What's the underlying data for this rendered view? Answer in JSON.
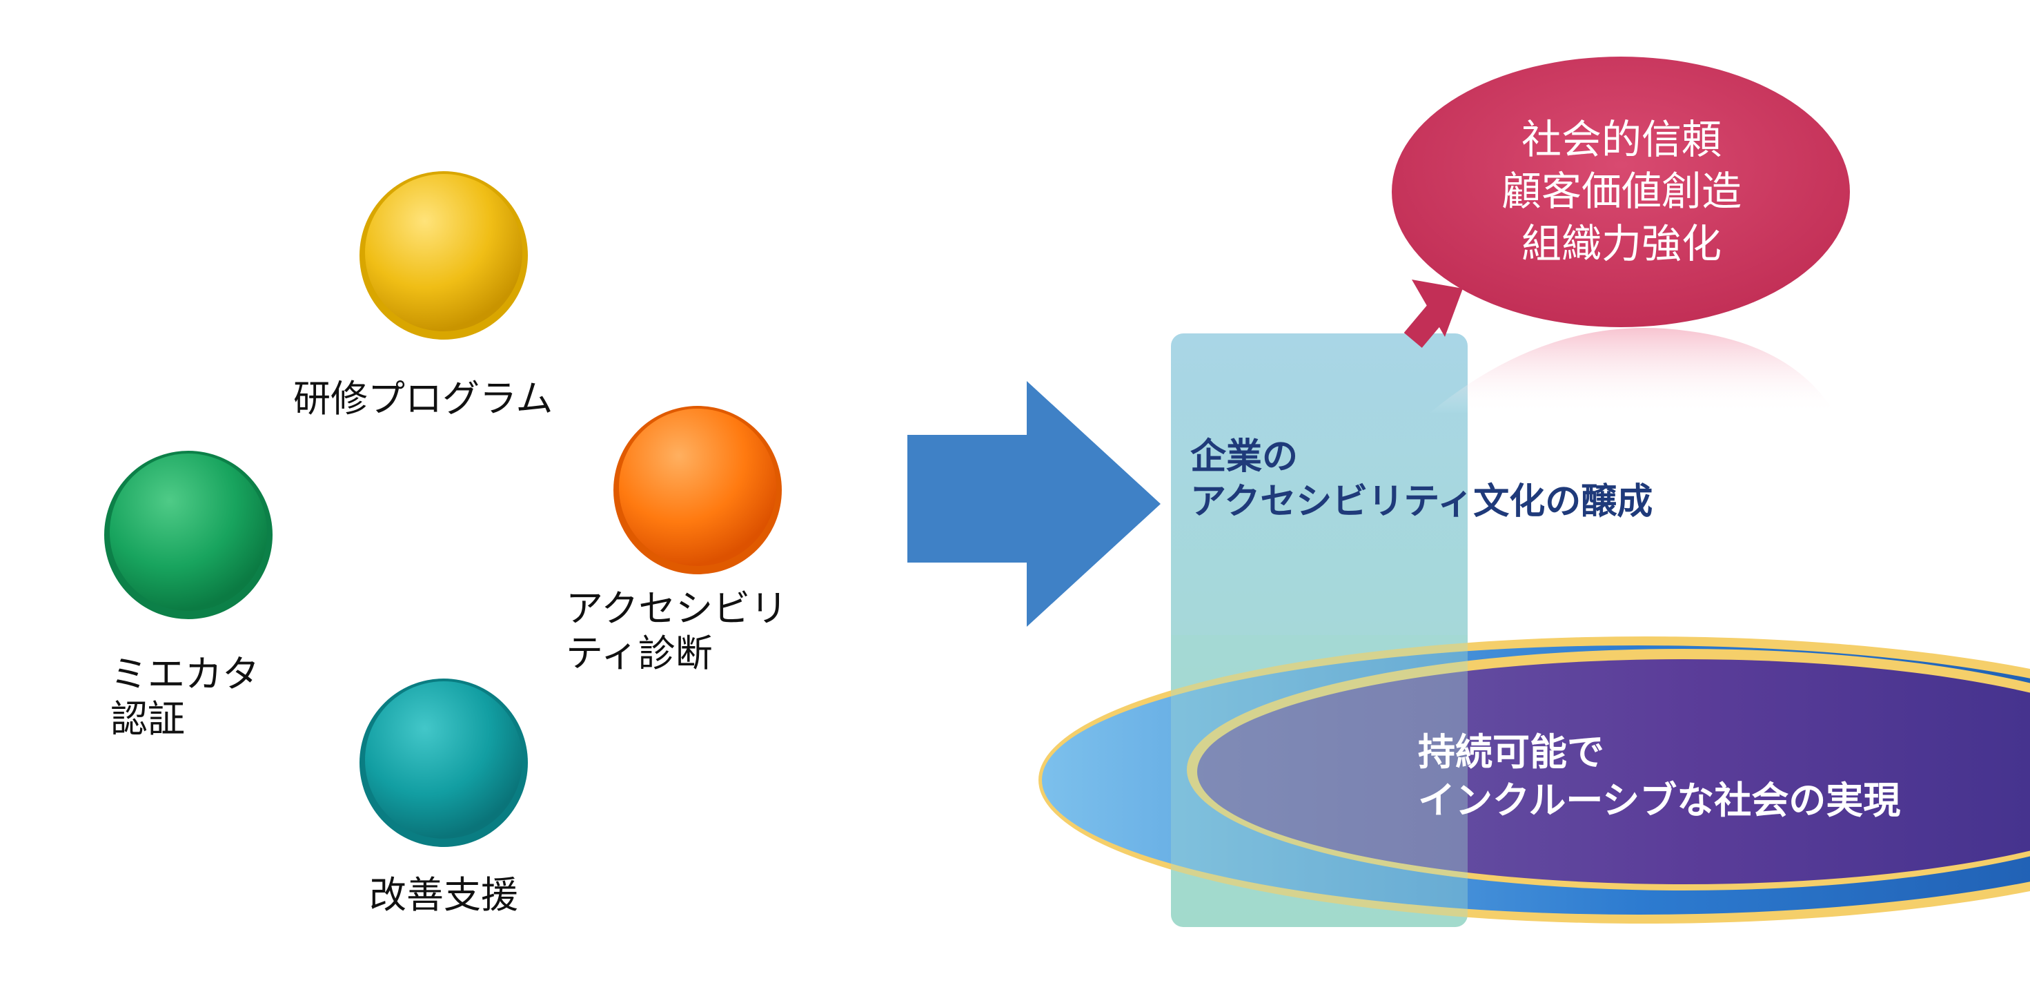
{
  "left_items": [
    {
      "id": "kenshu",
      "label": "研修プログラム",
      "color": "#f0be16"
    },
    {
      "id": "shindan",
      "label": "アクセシビリ\nティ診断",
      "color": "#ff7a10"
    },
    {
      "id": "ninsho",
      "label": "ミエカタ\n認証",
      "color": "#18a45e"
    },
    {
      "id": "kaizen",
      "label": "改善支援",
      "color": "#129ea2"
    }
  ],
  "middle": {
    "label": "企業の\nアクセシビリティ文化の醸成"
  },
  "top_result": {
    "label": "社会的信頼\n顧客価値創造\n組織力強化"
  },
  "bottom_result": {
    "label": "持続可能で\nインクルーシブな社会の実現"
  },
  "colors": {
    "arrow_blue": "#3f81c6",
    "pillar_top": "#a9d6e6",
    "pillar_bottom": "#a2dacc",
    "ellipse_top": "#cd3b61",
    "ellipse_bottom_outer": "#2d7bd0",
    "ellipse_bottom_inner": "#5b3d99",
    "ring_gold": "#f5cf6a",
    "middle_text": "#1f3a7a",
    "white_text": "#ffffff"
  }
}
